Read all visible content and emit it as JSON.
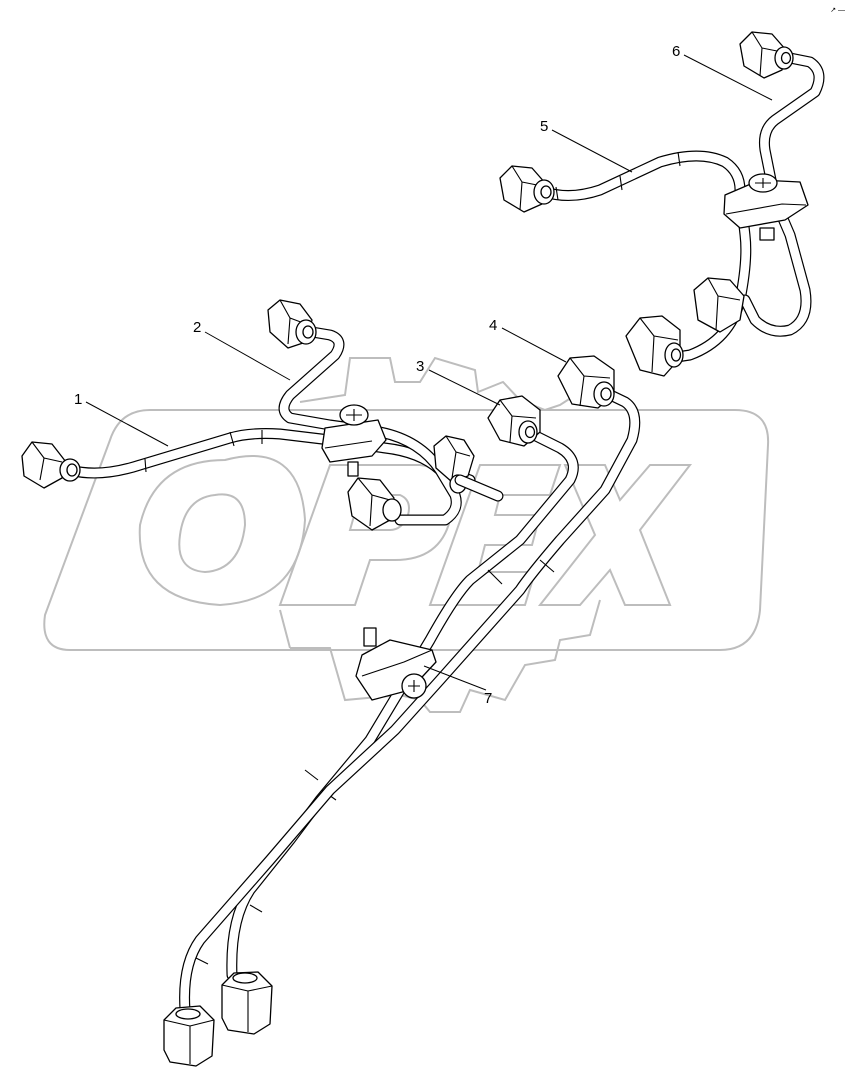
{
  "diagram": {
    "subject": "fuel injection pipe assembly",
    "watermark": "OPEX",
    "watermark_color": "#bdbdbd",
    "line_color": "#000000",
    "background": "#ffffff",
    "corner_mark": "↗ —",
    "callouts": [
      {
        "id": "1",
        "label": "1"
      },
      {
        "id": "2",
        "label": "2"
      },
      {
        "id": "3",
        "label": "3"
      },
      {
        "id": "4",
        "label": "4"
      },
      {
        "id": "5",
        "label": "5"
      },
      {
        "id": "6",
        "label": "6"
      },
      {
        "id": "7",
        "label": "7"
      }
    ]
  }
}
